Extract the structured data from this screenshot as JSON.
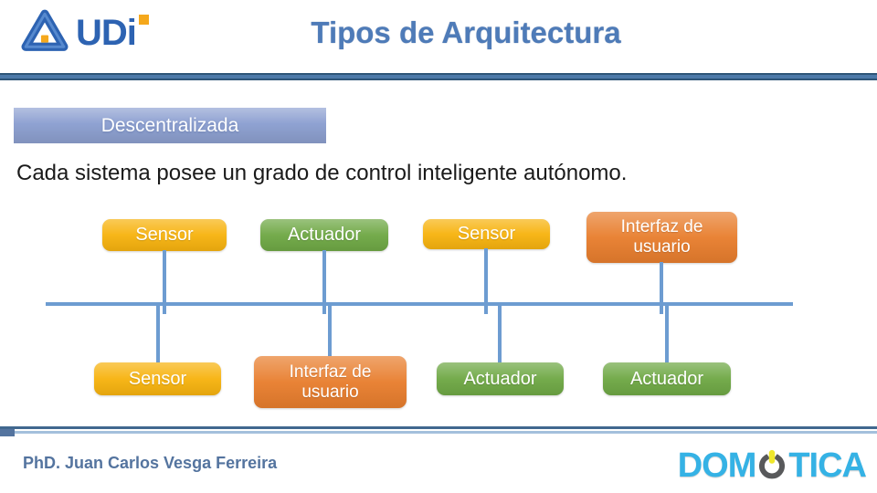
{
  "header": {
    "logo": {
      "wordmark": "UDi",
      "icon": "udi-triangle-knot-icon"
    },
    "title": "Tipos de Arquitectura"
  },
  "content": {
    "category_label": "Descentralizada",
    "description": "Cada sistema posee un grado de control inteligente autónomo."
  },
  "diagram": {
    "top_row": [
      {
        "label": "Sensor",
        "type": "sensor"
      },
      {
        "label": "Actuador",
        "type": "actuador"
      },
      {
        "label": "Sensor",
        "type": "sensor"
      },
      {
        "label": "Interfaz de usuario",
        "type": "interfaz"
      }
    ],
    "bottom_row": [
      {
        "label": "Sensor",
        "type": "sensor"
      },
      {
        "label": "Interfaz de usuario",
        "type": "interfaz"
      },
      {
        "label": "Actuador",
        "type": "actuador"
      },
      {
        "label": "Actuador",
        "type": "actuador"
      }
    ],
    "bus": "shared-bus-line"
  },
  "footer": {
    "author": "PhD. Juan Carlos Vesga Ferreira",
    "brand": {
      "prefix": "DOM",
      "suffix": "TICA",
      "icon": "power-icon"
    }
  },
  "colors": {
    "title": "#4E7BB8",
    "header_bar": "#4C79A8",
    "category_box": "#8FA2D2",
    "body_text": "#1A1A1A",
    "sensor": "#F7B30F",
    "actuador": "#6FA845",
    "interfaz": "#E87E2E",
    "connector": "#6D9CD1",
    "author_text": "#54749F",
    "brand_text": "#35B2E5",
    "brand_ring": "#58595B",
    "brand_bar": "#EFE72B",
    "logo_blue": "#2D63B2",
    "logo_orange": "#F5A81C"
  }
}
